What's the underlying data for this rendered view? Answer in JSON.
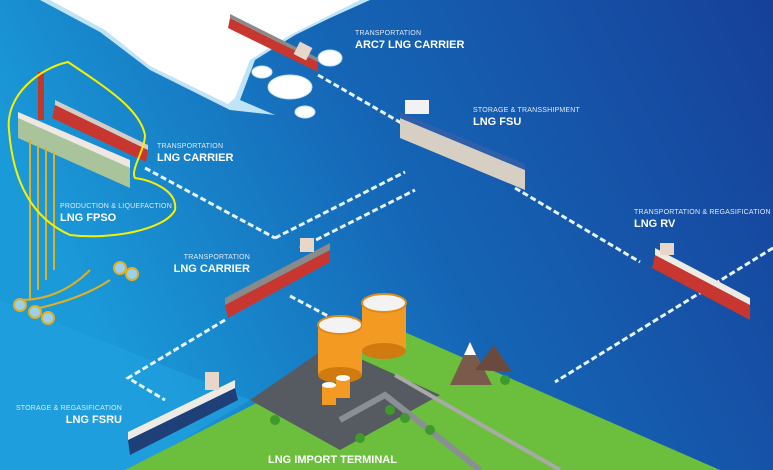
{
  "nodes": [
    {
      "id": "arc7",
      "category": "TRANSPORTATION",
      "name": "ARC7 LNG CARRIER"
    },
    {
      "id": "carrier_top",
      "category": "TRANSPORTATION",
      "name": "LNG CARRIER"
    },
    {
      "id": "fpso",
      "category": "PRODUCTION & LIQUEFACTION",
      "name": "LNG FPSO"
    },
    {
      "id": "fsu",
      "category": "STORAGE & TRANSSHIPMENT",
      "name": "LNG FSU"
    },
    {
      "id": "rv",
      "category": "TRANSPORTATION & REGASIFICATION",
      "name": "LNG RV"
    },
    {
      "id": "carrier_mid",
      "category": "TRANSPORTATION",
      "name": "LNG CARRIER"
    },
    {
      "id": "fsru",
      "category": "STORAGE & REGASIFICATION",
      "name": "LNG FSRU"
    }
  ],
  "terminal": {
    "name": "LNG IMPORT TERMINAL"
  },
  "colors": {
    "sea_light": "#1b94d8",
    "sea_dark": "#16409a",
    "ice": "#ffffff",
    "land": "#6cbf3c",
    "highlight": "#f5f000",
    "route": "#e6f4ff"
  }
}
